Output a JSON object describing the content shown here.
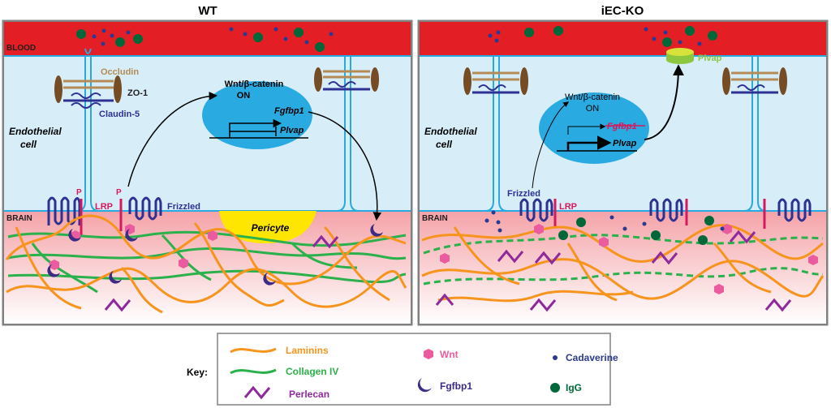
{
  "panels": {
    "wt": {
      "title": "WT"
    },
    "ko": {
      "title": "iEC-KO"
    }
  },
  "labels": {
    "blood": "BLOOD",
    "brain": "BRAIN",
    "endothelial_line1": "Endothelial",
    "endothelial_line2": "cell",
    "occludin": "Occludin",
    "zo1": "ZO-1",
    "claudin5": "Claudin-5",
    "wnt_catenin": "Wnt/β-catenin",
    "on": "ON",
    "fgfbp1": "Fgfbp1",
    "plvap": "Plvap",
    "lrp": "LRP",
    "p": "P",
    "frizzled": "Frizzled",
    "pericyte": "Pericyte"
  },
  "key": {
    "title": "Key:",
    "items": [
      {
        "name": "laminins",
        "label": "Laminins",
        "color": "#f7941d"
      },
      {
        "name": "collagen",
        "label": "Collagen IV",
        "color": "#2bb14b"
      },
      {
        "name": "perlecan",
        "label": "Perlecan",
        "color": "#8e2a9c"
      },
      {
        "name": "wnt",
        "label": "Wnt",
        "color": "#ea5c9f"
      },
      {
        "name": "fgfbp1",
        "label": "Fgfbp1",
        "color": "#3d2b84"
      },
      {
        "name": "cadaverine",
        "label": "Cadaverine",
        "color": "#2b3990"
      },
      {
        "name": "igg",
        "label": "IgG",
        "color": "#006838"
      }
    ]
  },
  "colors": {
    "blood": "#e31e24",
    "endothelium": "#d7eef9",
    "membrane": "#27aae1",
    "nucleus": "#29abe2",
    "pericyte": "#ffe600",
    "frizzled": "#2e3192",
    "lrp": "#d6195c",
    "occludin": "#b58b55"
  }
}
